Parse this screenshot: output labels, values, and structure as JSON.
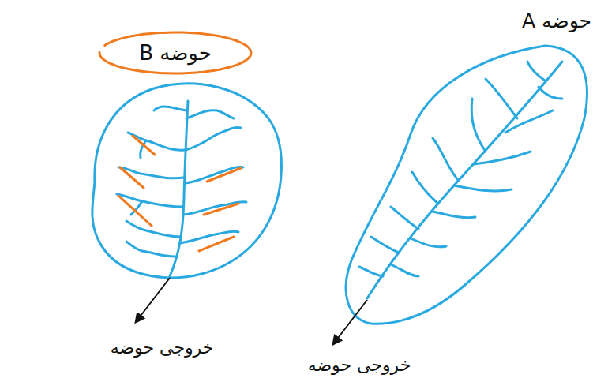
{
  "diagram": {
    "nodes": [
      {
        "text": [
          "حوضه B"
        ]
      }
    ],
    "labels": [
      "حوضه A",
      "خروجی حوضه",
      "خروجی حوضه"
    ]
  }
}
